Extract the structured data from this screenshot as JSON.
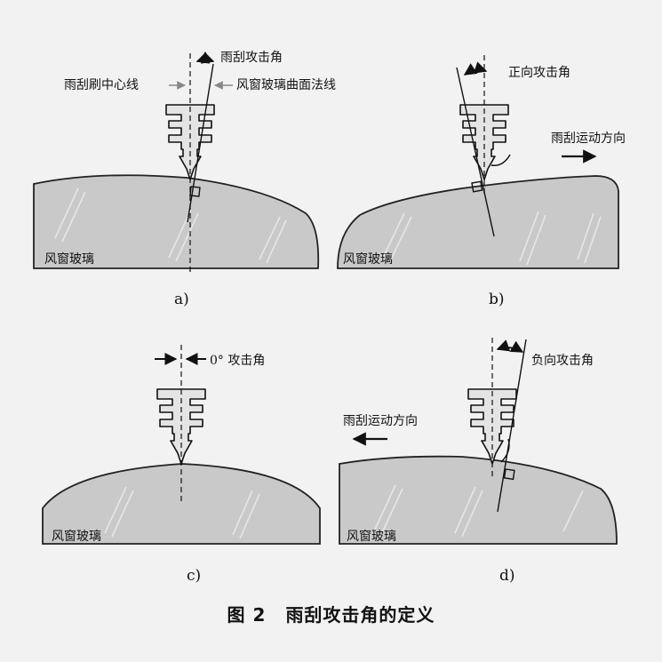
{
  "caption": {
    "number": "图 2",
    "title": "雨刮攻击角的定义"
  },
  "panels": [
    {
      "id": "a",
      "sublabel": "a)",
      "glass": "风窗玻璃",
      "angle": "雨刮攻击角",
      "centerline": "雨刮刷中心线",
      "normal": "风窗玻璃曲面法线"
    },
    {
      "id": "b",
      "sublabel": "b)",
      "glass": "风窗玻璃",
      "angle": "正向攻击角",
      "motion": "雨刮运动方向"
    },
    {
      "id": "c",
      "sublabel": "c)",
      "glass": "风窗玻璃",
      "angle": "0° 攻击角"
    },
    {
      "id": "d",
      "sublabel": "d)",
      "glass": "风窗玻璃",
      "angle": "负向攻击角",
      "motion": "雨刮运动方向"
    }
  ]
}
